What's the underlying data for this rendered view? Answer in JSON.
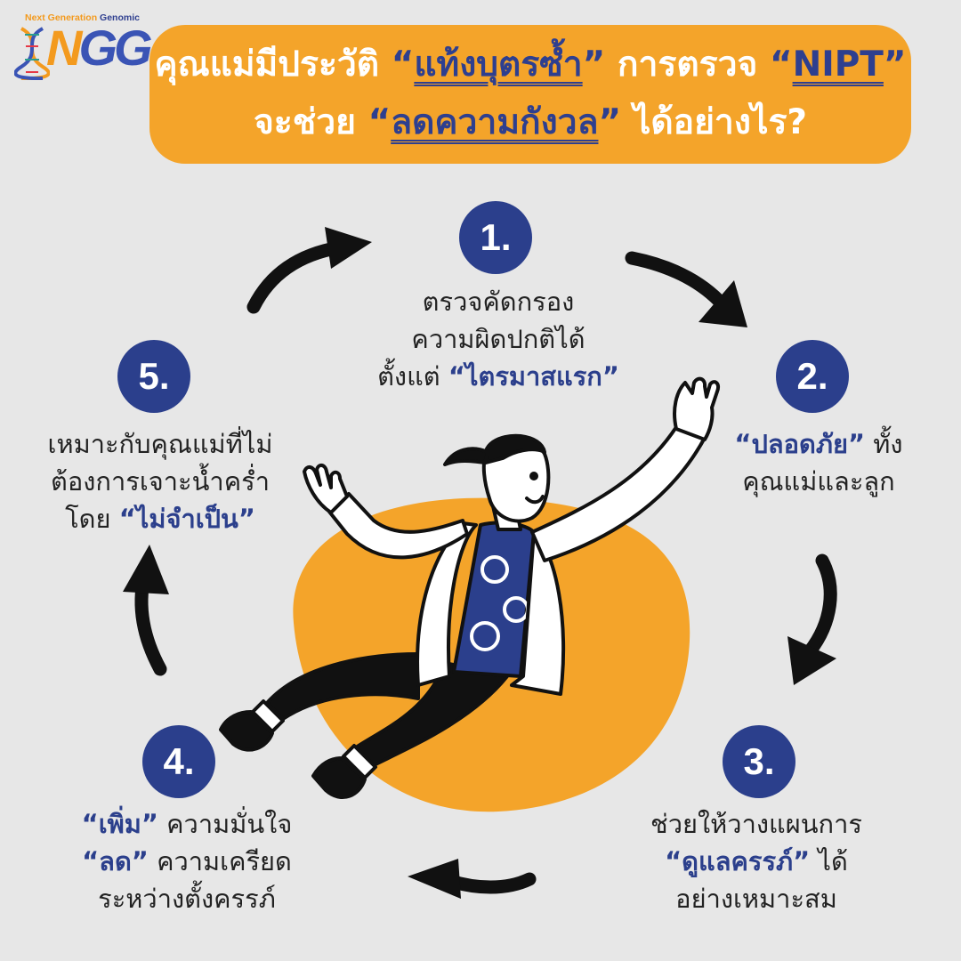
{
  "logo": {
    "tagline_part1": "Next Generation ",
    "tagline_part2": "Genomic",
    "mark_n": "N",
    "mark_gg": "GG"
  },
  "title": {
    "line1_pre": "คุณแม่มีประวัติ ",
    "line1_q1_open": "“",
    "line1_hl1": "แท้งบุตรซ้ำ",
    "line1_q1_close": "”",
    "line1_mid": " การตรวจ ",
    "line1_q2_open": "“",
    "line1_hl2": "NIPT",
    "line1_q2_close": "”",
    "line2_pre": "จะช่วย ",
    "line2_q_open": "“",
    "line2_hl": "ลดความกังวล",
    "line2_q_close": "”",
    "line2_post": " ได้อย่างไร?"
  },
  "steps": [
    {
      "number": "1.",
      "line1": "ตรวจคัดกรอง",
      "line2": "ความผิดปกติได้",
      "line3_pre": "ตั้งแต่ ",
      "line3_em": "“ไตรมาสแรก”"
    },
    {
      "number": "2.",
      "line1_em": "“ปลอดภัย”",
      "line1_post": " ทั้ง",
      "line2": "คุณแม่และลูก"
    },
    {
      "number": "3.",
      "line1": "ช่วยให้วางแผนการ",
      "line2_em": "“ดูแลครรภ์”",
      "line2_post": " ได้",
      "line3": "อย่างเหมาะสม"
    },
    {
      "number": "4.",
      "line1_em": "“เพิ่ม”",
      "line1_post": " ความมั่นใจ",
      "line2_em": "“ลด”",
      "line2_post": " ความเครียด",
      "line3": "ระหว่างตั้งครรภ์"
    },
    {
      "number": "5.",
      "line1": "เหมาะกับคุณแม่ที่ไม่",
      "line2": "ต้องการเจาะน้ำคร่ำ",
      "line3_pre": "โดย ",
      "line3_em": "“ไม่จำเป็น”"
    }
  ],
  "colors": {
    "background": "#e7e7e7",
    "banner": "#f4a42a",
    "accent_blue": "#2b3f8c",
    "text": "#222222",
    "arrow": "#111111",
    "blob": "#f4a42a"
  },
  "icons": {
    "logo_helix": "dna-helix-icon",
    "arrows": "curved-arrow-icon",
    "figure": "person-in-lab-coat-illustration"
  }
}
